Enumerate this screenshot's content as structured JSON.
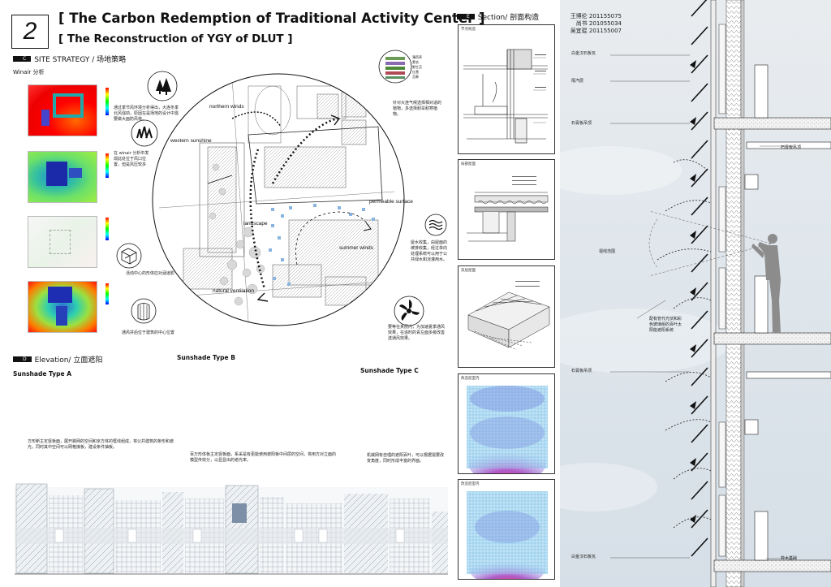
{
  "header": {
    "number": "2",
    "title": "[ The Carbon Redemption of Traditional Activity Center ]",
    "subtitle": "[ The Reconstruction of YGY of DLUT ]"
  },
  "site_strategy": {
    "tag": "C",
    "title": "SITE STRATEGY / 场地策略",
    "winair_label": "Winair 分析",
    "notes": [
      "通过季节风环境分析得出，大连冬季北风强劲，原因在是场地的设计中需要做大面防风林。",
      "在 winair 分析中发现此处位于风口位置，但是风压较多",
      "活动中心的形体应对涵道影",
      "通风井后位于建筑的中心位置"
    ]
  },
  "circle_labels": {
    "northern_winds": "northern winds",
    "western_sunshine": "western sunshine",
    "landscape": "landscape",
    "permeable_surface": "permeable surface",
    "summer_winds": "summer winds",
    "natural_ventilation": "natural ventilation"
  },
  "circle_notes": {
    "plants": "针对大连气候选择相对适的植物，多选择耐旱耐寒植物。",
    "water": "屋水收集，由屋面的坡排收集，经过单向处理系统可以用于公共绿水和浇灌用水。",
    "fan": "要等在夹层内，为加速夏季通风效果，在追时的青左面多旁改善送通风效果。"
  },
  "plant_legend": [
    "薄荷草",
    "薰衣",
    "野生苔",
    "红蔷",
    "苔藓"
  ],
  "elevation": {
    "tag": "D",
    "title": "Elevation/ 立面遮阳",
    "type_a": "Sunshade Type A",
    "type_b": "Sunshade Type B",
    "type_c": "Sunshade Type C",
    "desc_a": "方形断主定竖板面，展开跳网的空间和京方体的框线组成，将公共建筑的条形和遮光，同时其中空间可以网格接板，建设条件抽板。",
    "desc_b": "百万形体板主定竖板面，系采是有更能使用遮阳板中间层的空间，将用方对立面的模型传效分，以显显出的遮光率。",
    "desc_c": "机械网有自理的遮阳百叶，可以根据需要改变角度，同时形成丰富的界面。"
  },
  "section": {
    "tag": "E",
    "title": "Section/ 剖面构造",
    "panels": [
      "节点构造",
      "局部屋面",
      "双层屋面",
      "改造前室内",
      "改造后室内"
    ]
  },
  "authors": [
    "王博伦 201155075",
    "尚书 201055034",
    "吴宜琨 201155007"
  ],
  "right_labels": [
    "白金汉石板瓦",
    "隔汽层",
    "石膏板吊顶",
    "石膏板吊顶",
    "视线范围",
    "配有管代光伏和彩色玻璃组的百叶太阳能遮阳系统",
    "石膏板吊顶",
    "白金汉石板瓦",
    "枠木基础"
  ],
  "colors": {
    "accent": "#111111",
    "background": "#ffffff"
  }
}
